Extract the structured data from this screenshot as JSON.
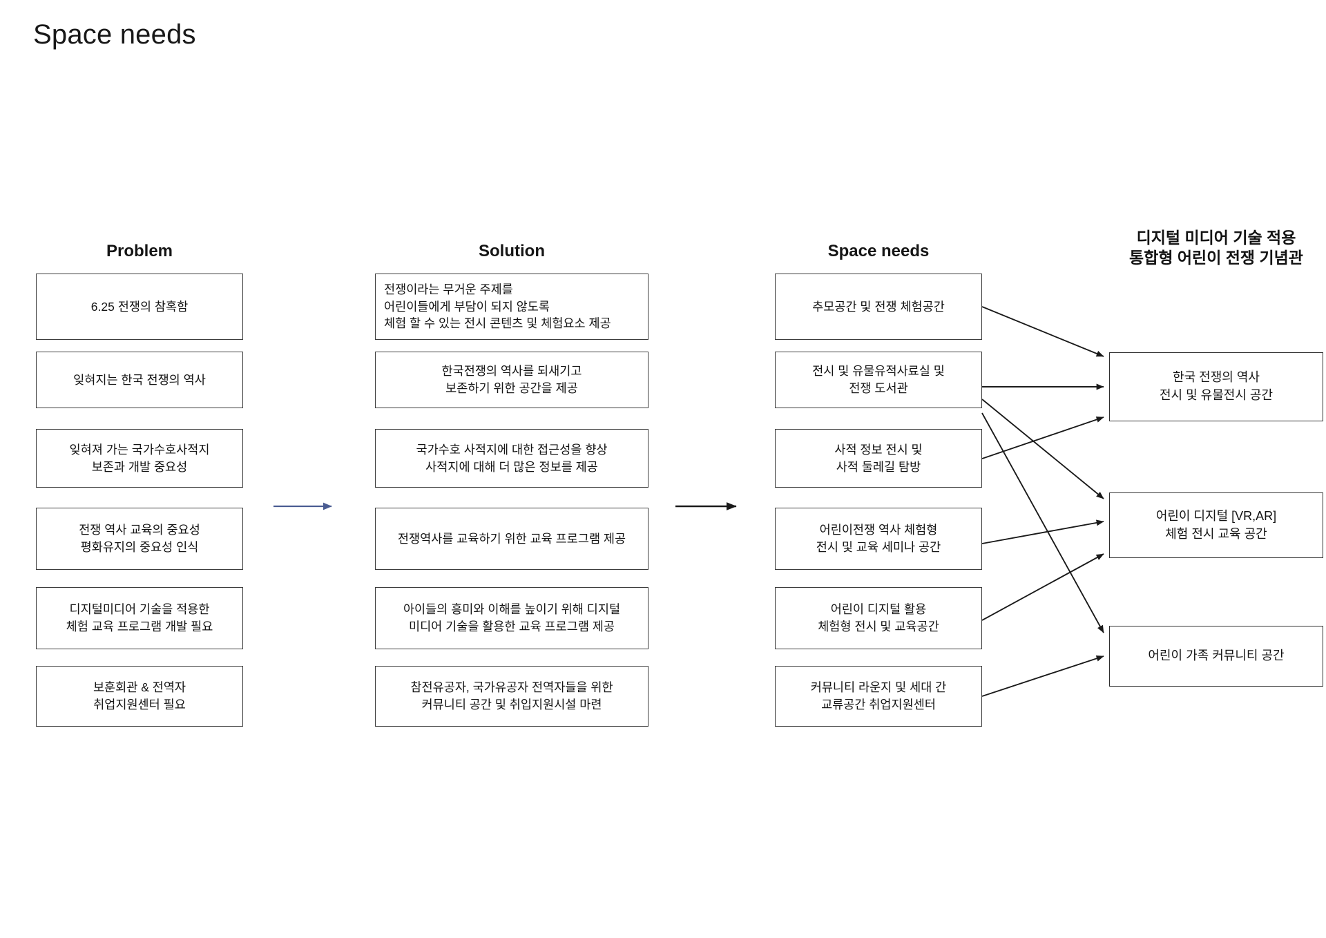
{
  "slide": {
    "title": "Space needs"
  },
  "columns": {
    "problem": {
      "header": "Problem"
    },
    "solution": {
      "header": "Solution"
    },
    "space_needs": {
      "header": "Space needs"
    },
    "final": {
      "header_line1": "디지털 미디어 기술 적용",
      "header_line2": "통합형 어린이 전쟁 기념관"
    }
  },
  "problem_items": [
    {
      "text": "6.25 전쟁의 참혹함"
    },
    {
      "text": "잊혀지는 한국 전쟁의 역사"
    },
    {
      "text": "잊혀져 가는 국가수호사적지\n보존과 개발 중요성"
    },
    {
      "text": "전쟁 역사 교육의 중요성\n평화유지의 중요성 인식"
    },
    {
      "text": "디지털미디어 기술을 적용한\n체험 교육 프로그램 개발 필요"
    },
    {
      "text": "보훈회관 & 전역자\n취업지원센터 필요"
    }
  ],
  "solution_items": [
    {
      "text": "전쟁이라는 무거운 주제를\n어린이들에게 부담이 되지 않도록\n체험 할 수 있는 전시 콘텐츠 및 체험요소 제공",
      "align": "left"
    },
    {
      "text": "한국전쟁의 역사를 되새기고\n보존하기 위한 공간을 제공",
      "align": "center"
    },
    {
      "text": "국가수호 사적지에 대한 접근성을 향상\n사적지에 대해 더 많은 정보를 제공",
      "align": "center"
    },
    {
      "text": "전쟁역사를 교육하기 위한 교육 프로그램 제공",
      "align": "center"
    },
    {
      "text": "아이들의 흥미와 이해를 높이기 위해 디지털\n미디어 기술을 활용한 교육 프로그램 제공",
      "align": "center"
    },
    {
      "text": "참전유공자, 국가유공자 전역자들을 위한\n커뮤니티 공간 및 취입지원시설 마련",
      "align": "center"
    }
  ],
  "space_need_items": [
    {
      "text": "추모공간 및 전쟁 체험공간"
    },
    {
      "text": "전시 및 유물유적사료실 및\n전쟁 도서관"
    },
    {
      "text": "사적 정보 전시 및\n사적 둘레길 탐방"
    },
    {
      "text": "어린이전쟁 역사 체험형\n전시 및 교육 세미나 공간"
    },
    {
      "text": "어린이 디지털 활용\n체험형 전시 및 교육공간"
    },
    {
      "text": "커뮤니티 라운지 및 세대 간\n교류공간 취업지원센터"
    }
  ],
  "final_items": [
    {
      "text": "한국 전쟁의 역사\n전시 및 유물전시 공간"
    },
    {
      "text": "어린이 디지털 [VR,AR]\n체험 전시 교육 공간"
    },
    {
      "text": "어린이 가족 커뮤니티 공간"
    }
  ],
  "stage_arrows": [
    {
      "name": "problem-to-solution-arrow",
      "color": "#4a5c92"
    },
    {
      "name": "solution-to-spaceneeds-arrow",
      "color": "#1a1a1a"
    }
  ],
  "connectors": {
    "color": "#1a1a1a",
    "links": [
      {
        "from": "추모공간 및 전쟁 체험공간",
        "to": "한국 전쟁의 역사 전시 및 유물전시 공간"
      },
      {
        "from": "전시 및 유물유적사료실 및 전쟁 도서관",
        "to": "한국 전쟁의 역사 전시 및 유물전시 공간"
      },
      {
        "from": "전시 및 유물유적사료실 및 전쟁 도서관",
        "to": "어린이 디지털 [VR,AR] 체험 전시 교육 공간"
      },
      {
        "from": "전시 및 유물유적사료실 및 전쟁 도서관",
        "to": "어린이 가족 커뮤니티 공간"
      },
      {
        "from": "사적 정보 전시 및 사적 둘레길 탐방",
        "to": "한국 전쟁의 역사 전시 및 유물전시 공간"
      },
      {
        "from": "어린이전쟁 역사 체험형 전시 및 교육 세미나 공간",
        "to": "어린이 디지털 [VR,AR] 체험 전시 교육 공간"
      },
      {
        "from": "어린이 디지털 활용 체험형 전시 및 교육공간",
        "to": "어린이 디지털 [VR,AR] 체험 전시 교육 공간"
      },
      {
        "from": "커뮤니티 라운지 및 세대 간 교류공간 취업지원센터",
        "to": "어린이 가족 커뮤니티 공간"
      }
    ]
  }
}
